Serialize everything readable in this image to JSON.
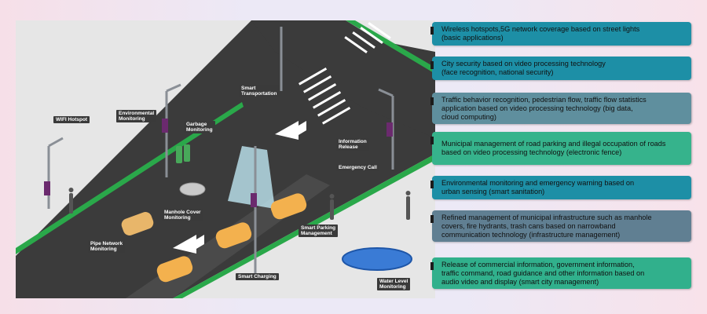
{
  "scene_labels": {
    "wifi_hotspot": "WIFI Hotspot",
    "environmental_monitoring": "Environmental\nMonitoring",
    "garbage_monitoring": "Garbage\nMonitoring",
    "smart_transportation": "Smart\nTransportation",
    "information_release": "Information\nRelease",
    "emergency_call": "Emergency Call",
    "manhole_cover_monitoring": "Manhole Cover\nMonitoring",
    "smart_parking_management": "Smart Parking\nManagement",
    "pipe_network_monitoring": "Pipe Network\nMonitoring",
    "smart_charging": "Smart Charging",
    "water_level_monitoring": "Water Level\nMonitoring"
  },
  "panel": {
    "items": [
      {
        "text": "Wireless hotspots,5G network coverage based on street lights\n(basic applications)",
        "color": "#1d8fa6"
      },
      {
        "text": "City security based on video processing technology\n(face recognition, national security)",
        "color": "#1d8fa6"
      },
      {
        "text": "Traffic behavior recognition, pedestrian flow, traffic flow statistics\napplication based on video processing technology (big data,\ncloud computing)",
        "color": "#5f8f9e"
      },
      {
        "text": "Municipal management of road parking and illegal occupation of roads\nbased on video processing technology (electronic fence)",
        "color": "#36b38c"
      },
      {
        "text": "Environmental monitoring and emergency warning based on\nurban sensing (smart sanitation)",
        "color": "#1d8fa6"
      },
      {
        "text": "Refined management of municipal infrastructure such as manhole\ncovers, fire hydrants, trash cans based on narrowband\ncommunication technology (infrastructure management)",
        "color": "#607f92"
      },
      {
        "text": "Release of commercial information, government information,\ntraffic command, road guidance and other information based on\naudio video and display (smart city management)",
        "color": "#31b08c"
      }
    ]
  },
  "colors": {
    "road": "#363636",
    "green_strip": "#2aa84a",
    "sidewalk": "#d9d9d9",
    "car": "#f3b14e",
    "water": "#3a7bd5"
  }
}
